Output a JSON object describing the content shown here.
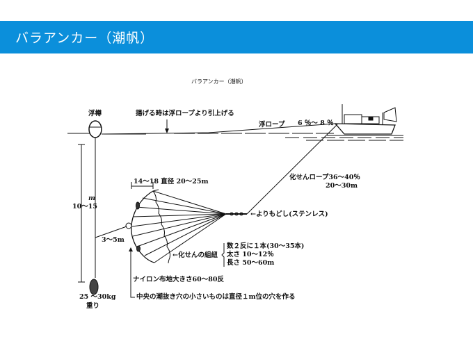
{
  "header": {
    "title": "バラアンカー（潮帆）"
  },
  "diagram": {
    "title": "バラアンカー（潮帆）",
    "buoy_label": "浮樽",
    "lift_note": "揚げる時は浮ロープより引上げる",
    "float_rope": "浮ロープ",
    "float_rope_size": "6 ％～ 8 ％",
    "depth_unit": "m",
    "depth_range": "10～15",
    "weight_mass": "25 ～30kg",
    "weight_label": "重り",
    "rope_label": "化せんロープ36～40％",
    "rope_length": "20～30m",
    "diameter_label": "14～18 直径 20～25m",
    "swivel_label": "←よりもどし(ステンレス)",
    "side_line": "3～5m",
    "cord_label": "←化せんの組紐",
    "cord_specs": [
      "数２反に１本(30～35本)",
      "太さ 10～12％",
      "長さ 50～60m"
    ],
    "fabric_note": "ナイロン布地大きさ60～80反",
    "hole_note": "中央の潮抜き穴の小さいものは直径１m位の穴を作る"
  }
}
